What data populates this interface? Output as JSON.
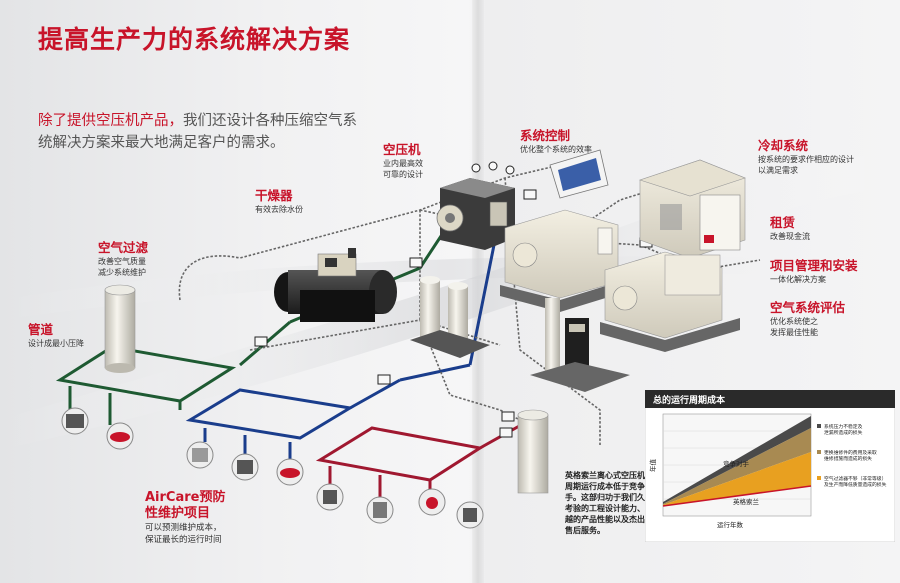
{
  "title": "提高生产力的系统解决方案",
  "intro": {
    "highlight": "除了提供空压机产品，",
    "text": "我们还设计各种压缩空气系统解决方案来最大地满足客户的需求。"
  },
  "labels": {
    "compressor": {
      "heading": "空压机",
      "lines": [
        "业内最高效",
        "可靠的设计"
      ]
    },
    "control": {
      "heading": "系统控制",
      "lines": [
        "优化整个系统的效率"
      ]
    },
    "cooling": {
      "heading": "冷却系统",
      "lines": [
        "按系统的要求作相应的设计",
        "以满足需求"
      ]
    },
    "dryer": {
      "heading": "干燥器",
      "lines": [
        "有效去除水份"
      ]
    },
    "filter": {
      "heading": "空气过滤",
      "lines": [
        "改善空气质量",
        "减少系统维护"
      ]
    },
    "pipe": {
      "heading": "管道",
      "lines": [
        "设计成最小压降"
      ]
    },
    "rental": {
      "heading": "租赁",
      "lines": [
        "改善现金流"
      ]
    },
    "project": {
      "heading": "项目管理和安装",
      "lines": [
        "一体化解决方案"
      ]
    },
    "audit": {
      "heading": "空气系统评估",
      "lines": [
        "优化系统使之",
        "发挥最佳性能"
      ]
    },
    "aircare": {
      "heading_lines": [
        "AirCare预防",
        "性维护项目"
      ],
      "lines": [
        "可以预测维护成本，",
        "保证最长的运行时间"
      ]
    }
  },
  "cost_note": "英格索兰离心式空压机的周期运行成本低于竞争对手。这部归功于我们久经考验的工程设计能力、卓越的产品性能以及杰出的售后服务。",
  "chart_data": {
    "type": "area",
    "title": "总的运行周期成本",
    "xlabel": "运行年数",
    "ylabel": "年值",
    "series": [
      {
        "name": "竞争对手",
        "color": "#8a8a8a"
      },
      {
        "name": "英格索兰",
        "color": "#c8142a"
      }
    ],
    "legend": [
      {
        "text": "系统压力不稳定及泄漏所造成的损失",
        "color": "#4a4a4a"
      },
      {
        "text": "更换维修件的费用及采取维修措施而造成的损失",
        "color": "#a88a52"
      },
      {
        "text": "空气过滤器不够（非常等级）及生产而降低质量造成的损失",
        "color": "#e8a020"
      }
    ],
    "legend_placement": "right",
    "grid": true
  },
  "colors": {
    "accent": "#c8142a",
    "pipe_green": "#1e5a32",
    "pipe_blue": "#1a3d8c",
    "pipe_red": "#a01830",
    "chart_bg": "#2a2a2a"
  }
}
